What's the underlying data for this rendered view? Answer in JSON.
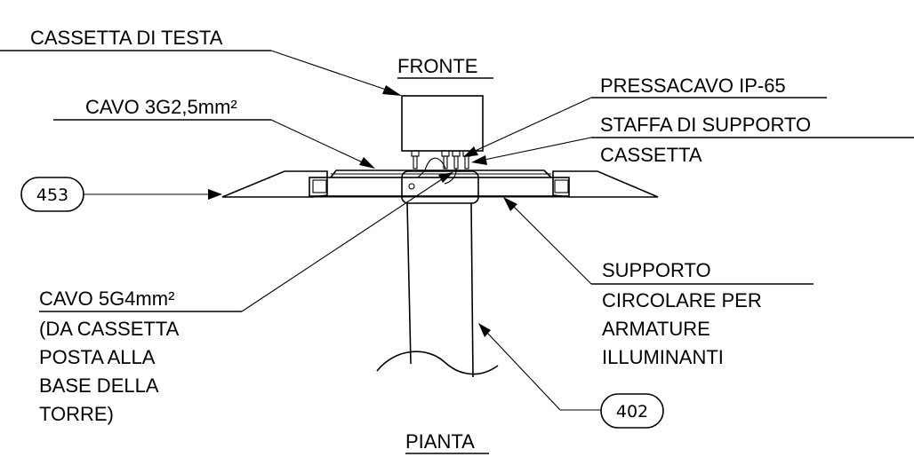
{
  "labels": {
    "cassetta_di_testa": "CASSETTA DI TESTA",
    "fronte": "FRONTE",
    "pressacavo": "PRESSACAVO IP-65",
    "cavo_3g": "CAVO 3G2,5mm²",
    "staffa_line1": "STAFFA DI SUPPORTO",
    "staffa_line2": "CASSETTA",
    "supporto_line1": "SUPPORTO",
    "supporto_line2": "CIRCOLARE PER",
    "supporto_line3": "ARMATURE",
    "supporto_line4": "ILLUMINANTI",
    "cavo_5g_line1": "CAVO 5G4mm²",
    "cavo_5g_line2": "(DA CASSETTA",
    "cavo_5g_line3": "POSTA ALLA",
    "cavo_5g_line4": "BASE DELLA",
    "cavo_5g_line5": "TORRE)",
    "pianta": "PIANTA"
  },
  "tags": {
    "ring": "453",
    "pole": "402"
  }
}
